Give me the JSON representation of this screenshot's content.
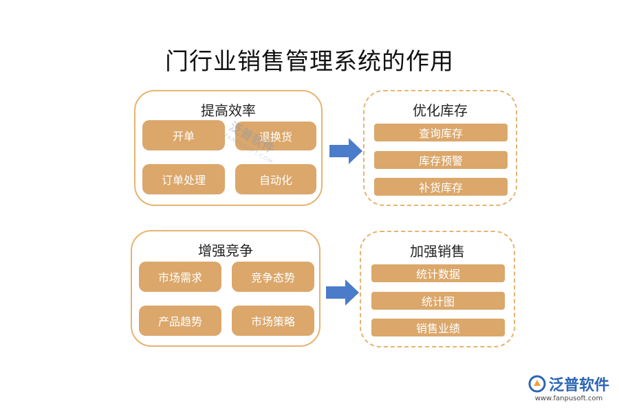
{
  "title": "门行业销售管理系统的作用",
  "panels": [
    {
      "title": "提高效率",
      "items": [
        "开单",
        "退换货",
        "订单处理",
        "自动化"
      ]
    },
    {
      "title": "优化库存",
      "items": [
        "查询库存",
        "库存预警",
        "补货库存"
      ]
    },
    {
      "title": "增强竞争",
      "items": [
        "市场需求",
        "竞争态势",
        "产品趋势",
        "市场策略"
      ]
    },
    {
      "title": "加强销售",
      "items": [
        "统计数据",
        "统计图",
        "销售业绩"
      ]
    }
  ],
  "watermark": {
    "name": "泛普软件",
    "sub": "FANPUSOFT.COM"
  },
  "logo": {
    "name": "泛普软件",
    "url": "www.fanpusoft.com"
  },
  "colors": {
    "accent": "#dba76a",
    "border": "#e6b36f",
    "arrow": "#4a7cc9",
    "logo": "#2a64b5"
  }
}
